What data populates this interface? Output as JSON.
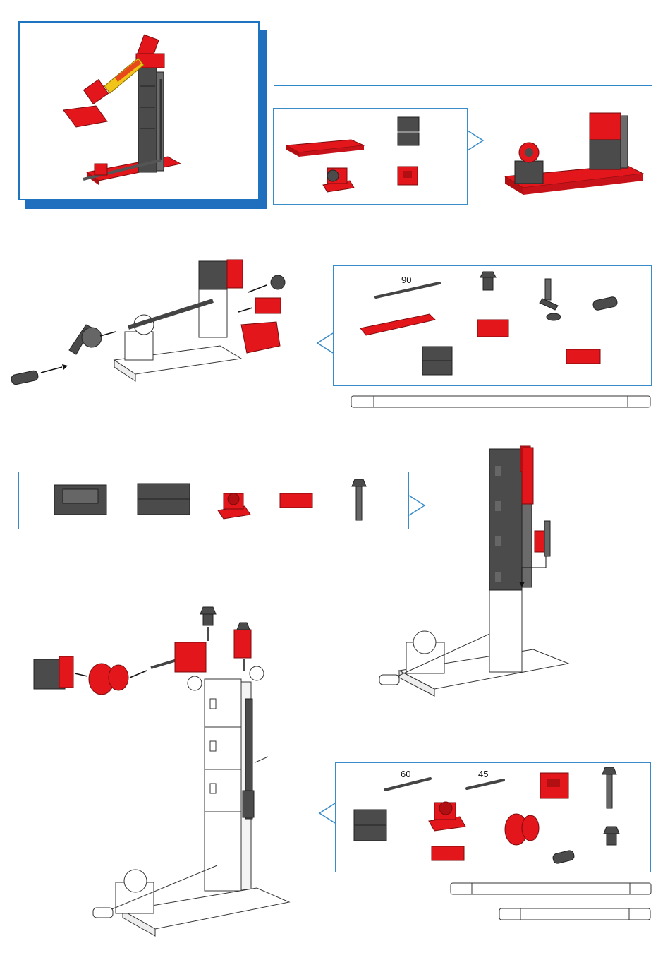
{
  "step_panels": {
    "step2_parts": {
      "rod_length_label": "90"
    },
    "step5_parts": {
      "rod_a_length_label": "60",
      "rod_b_length_label": "45"
    }
  },
  "colors": {
    "accent_red": "#e3161c",
    "part_gray": "#4b4b4b",
    "frame_blue": "#3a8cc8",
    "hero_blue": "#1f6fbe"
  }
}
